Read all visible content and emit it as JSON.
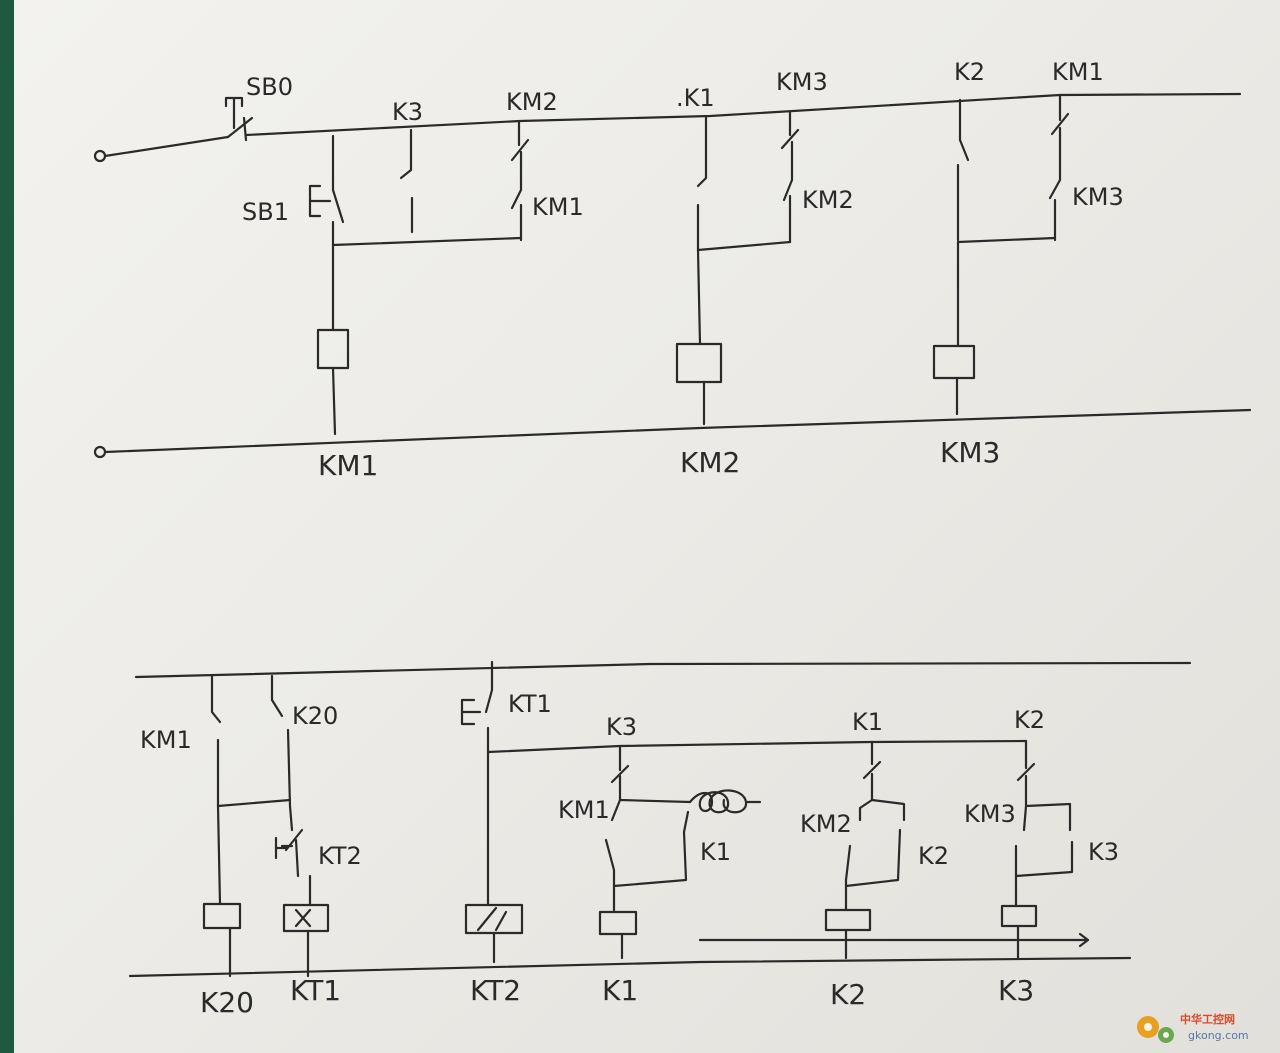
{
  "labels_top": {
    "sb0": "SB0",
    "k3": "K3",
    "km2_nc": "KM2",
    "k1": ".K1",
    "km3_nc": "KM3",
    "k2": "K2",
    "km1_nc": "KM1",
    "sb1": "SB1",
    "km1_no": "KM1",
    "km2_no": "KM2",
    "km3_no": "KM3",
    "coil_km1": "KM1",
    "coil_km2": "KM2",
    "coil_km3": "KM3"
  },
  "labels_bottom": {
    "km1": "KM1",
    "k20": "K20",
    "kt2_contact": "KT2",
    "kt1_contact": "KT1",
    "k3_nc": "K3",
    "km1_c": "KM1",
    "k1_hold": "K1",
    "k1_nc": "K1",
    "km2_c": "KM2",
    "k2_hold": "K2",
    "k2_nc": "K2",
    "km3_c": "KM3",
    "k3_hold": "K3",
    "coil_k20": "K20",
    "coil_kt1": "KT1",
    "coil_kt2": "KT2",
    "coil_k1": "K1",
    "coil_k2": "K2",
    "coil_k3": "K3"
  },
  "watermark": {
    "cn": "中华工控网",
    "en": "gkong.com"
  }
}
